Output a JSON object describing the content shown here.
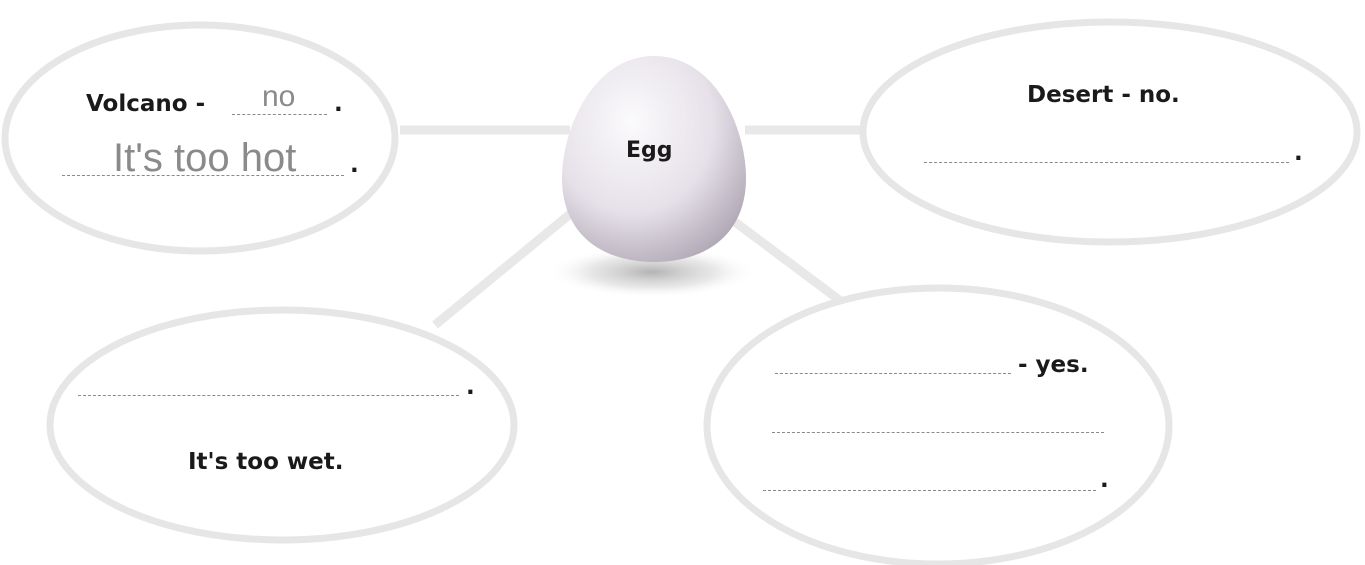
{
  "egg": {
    "label": "Egg"
  },
  "volcano": {
    "prompt": "Volcano -",
    "answer": "no",
    "reason": "It's too hot",
    "period": "."
  },
  "desert": {
    "prompt": "Desert - no.",
    "period": "."
  },
  "wet": {
    "reason": "It's too wet.",
    "period": "."
  },
  "yes": {
    "suffix": "- yes.",
    "period": "."
  },
  "colors": {
    "outline": "#e6e6e6",
    "line": "#e8e8e8",
    "egg_light": "#f7f5f8",
    "egg_dark": "#a89fae",
    "dashes": "#8a8a8a"
  }
}
